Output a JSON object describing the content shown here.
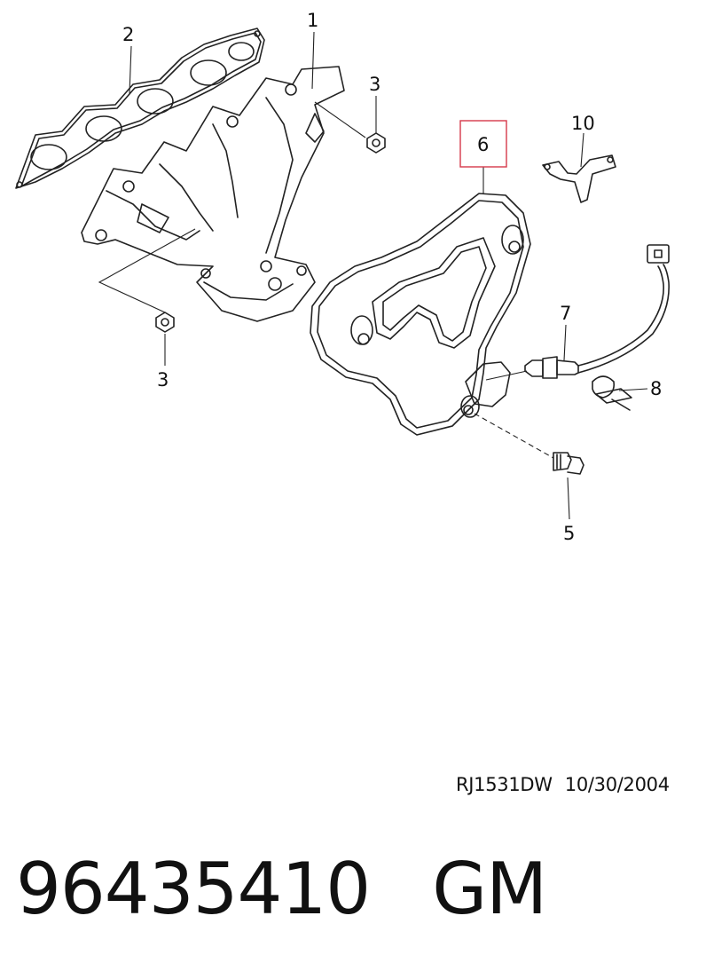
{
  "callouts": {
    "c1": "1",
    "c2": "2",
    "c3a": "3",
    "c3b": "3",
    "c5": "5",
    "c6": "6",
    "c7": "7",
    "c8": "8",
    "c10": "10"
  },
  "highlight_color": "#d6384a",
  "reference": {
    "code": "RJ1531DW",
    "date": "10/30/2004"
  },
  "footer": {
    "part_number": "96435410",
    "brand": "GM"
  }
}
